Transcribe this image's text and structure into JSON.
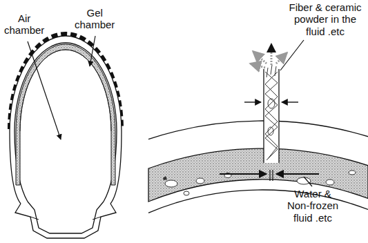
{
  "diagram": {
    "labels": [
      "Air chamber",
      "Gel chamber",
      "Fiber & ceramic powder in the fluid .etc",
      "Water & Non-frozen fluid .etc"
    ]
  }
}
